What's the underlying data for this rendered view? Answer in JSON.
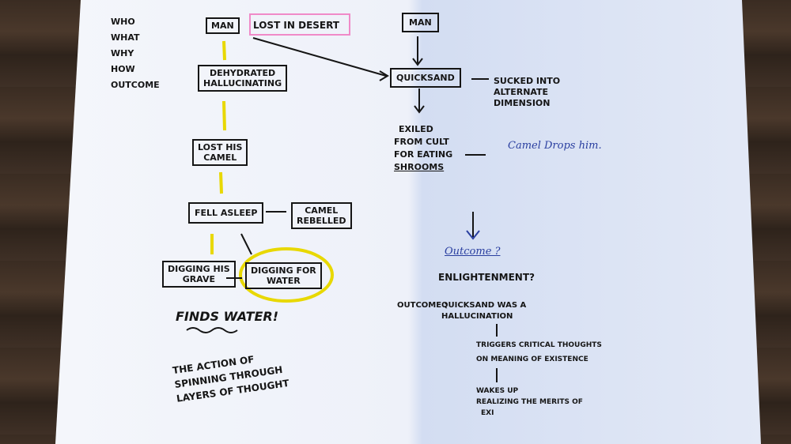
{
  "left_page": {
    "questions": [
      "WHO",
      "WHAT",
      "WHY",
      "HOW",
      "OUTCOME"
    ],
    "man": "MAN",
    "lost": "LOST IN DESERT",
    "dehydrated": [
      "DEHYDRATED",
      "HALLUCINATING"
    ],
    "lost_camel": [
      "LOST HIS",
      "CAMEL"
    ],
    "fell_asleep": "FELL ASLEEP",
    "camel_rebelled": [
      "CAMEL",
      "REBELLED"
    ],
    "digging_grave": [
      "DIGGING HIS",
      "GRAVE"
    ],
    "digging_water": [
      "DIGGING FOR",
      "WATER"
    ],
    "finds_water": "FINDS WATER!",
    "action": [
      "THE ACTION OF",
      "SPINNING THROUGH",
      "LAYERS OF THOUGHT"
    ]
  },
  "right_page": {
    "man": "MAN",
    "quicksand": "QUICKSAND",
    "sucked": [
      "SUCKED INTO",
      "ALTERNATE",
      "DIMENSION"
    ],
    "exiled": [
      "EXILED",
      "FROM CULT",
      "FOR EATING",
      "SHROOMS"
    ],
    "camel_drops": "Camel Drops him.",
    "outcome_q": "Outcome ?",
    "enlightenment": "ENLIGHTENMENT?",
    "outcome_label": "OUTCOME :",
    "outcome_text": [
      "QUICKSAND WAS A",
      "HALLUCINATION"
    ],
    "triggers": [
      "TRIGGERS CRITICAL THOUGHTS",
      "ON MEANING OF EXISTENCE"
    ],
    "wakes": [
      "WAKES UP",
      "REALIZING THE MERITS OF",
      "EXI"
    ]
  },
  "colors": {
    "ink": "#151515",
    "highlighter": "#e8d800",
    "pink": "#f08ac8",
    "blue_pen": "#2a3fa0",
    "paper": "#eef2fb"
  }
}
